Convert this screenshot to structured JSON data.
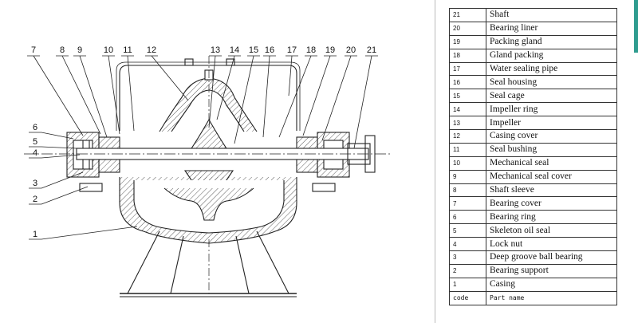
{
  "parts_table": {
    "header": {
      "code": "code",
      "name": "Part name"
    },
    "rows": [
      {
        "code": "21",
        "name": "Shaft"
      },
      {
        "code": "20",
        "name": "Bearing liner"
      },
      {
        "code": "19",
        "name": "Packing gland"
      },
      {
        "code": "18",
        "name": "Gland packing"
      },
      {
        "code": "17",
        "name": "Water sealing pipe"
      },
      {
        "code": "16",
        "name": "Seal housing"
      },
      {
        "code": "15",
        "name": "Seal cage"
      },
      {
        "code": "14",
        "name": "Impeller ring"
      },
      {
        "code": "13",
        "name": "Impeller"
      },
      {
        "code": "12",
        "name": "Casing cover"
      },
      {
        "code": "11",
        "name": "Seal bushing"
      },
      {
        "code": "10",
        "name": "Mechanical seal"
      },
      {
        "code": "9",
        "name": "Mechanical seal cover"
      },
      {
        "code": "8",
        "name": "Shaft sleeve"
      },
      {
        "code": "7",
        "name": "Bearing cover"
      },
      {
        "code": "6",
        "name": "Bearing ring"
      },
      {
        "code": "5",
        "name": "Skeleton oil seal"
      },
      {
        "code": "4",
        "name": "Lock nut"
      },
      {
        "code": "3",
        "name": "Deep groove ball bearing"
      },
      {
        "code": "2",
        "name": "Bearing support"
      },
      {
        "code": "1",
        "name": "Casing"
      }
    ]
  },
  "callouts": {
    "top": [
      "7",
      "8",
      "9",
      "10",
      "11",
      "12",
      "13",
      "14",
      "15",
      "16",
      "17",
      "18",
      "19",
      "20",
      "21"
    ],
    "left": [
      "6",
      "5",
      "4",
      "3",
      "2",
      "1"
    ]
  },
  "colors": {
    "line": "#222222",
    "accent": "#2f9c8f"
  }
}
